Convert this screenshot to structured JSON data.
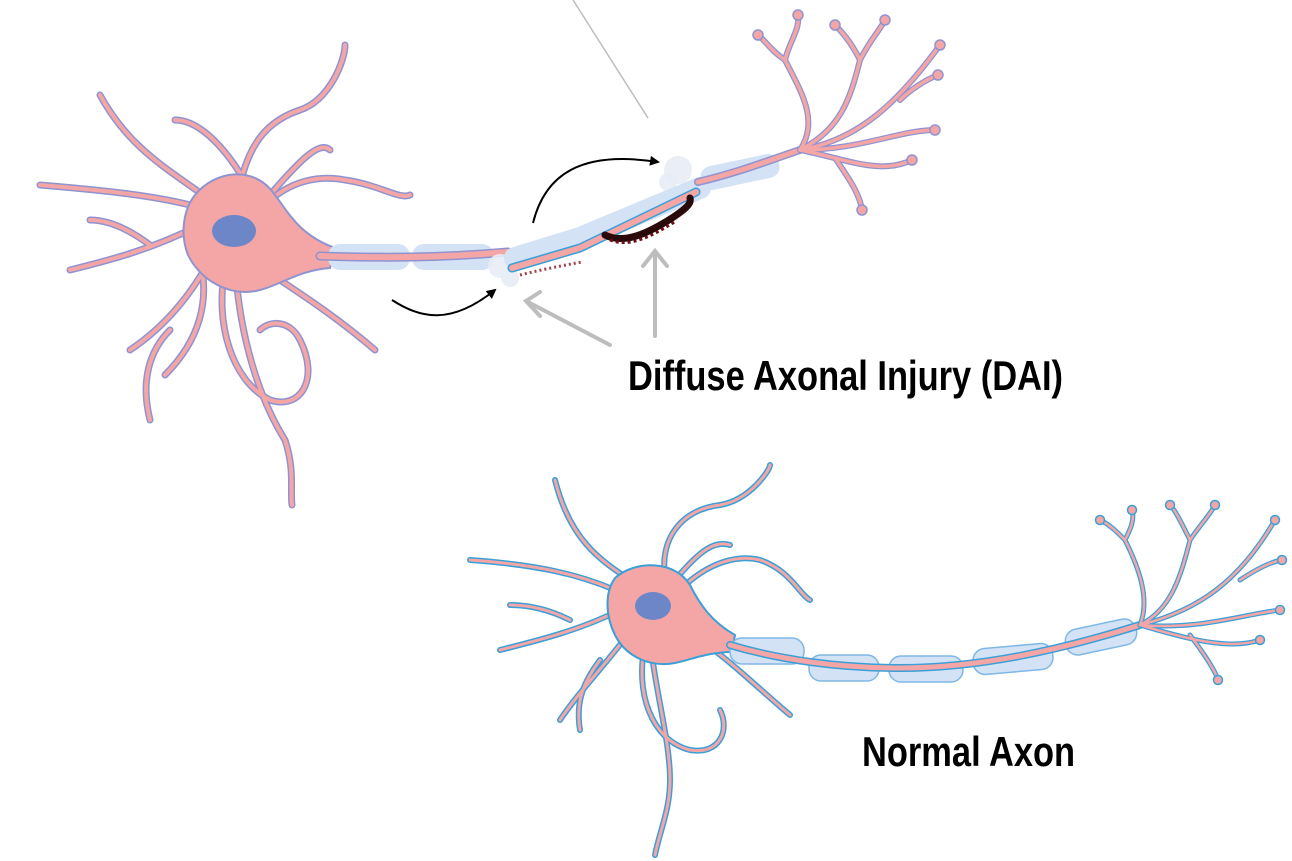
{
  "labels": {
    "injured": "Diffuse Axonal Injury (DAI)",
    "normal": "Normal Axon"
  },
  "colors": {
    "cell_fill": "#f4a6a6",
    "injured_outline": "#8f93d0",
    "normal_outline": "#3b9fd8",
    "myelin": "#d4e2f6",
    "myelin_edge": "#7fb8e6",
    "nucleus": "#6d86c8",
    "pointer": "#bdbdbd",
    "arrow": "#000000",
    "damage": "#6b0f14"
  },
  "icons": [
    "neuron-injured",
    "neuron-normal",
    "myelin-sheath",
    "axon-break",
    "pointer-arrow"
  ]
}
